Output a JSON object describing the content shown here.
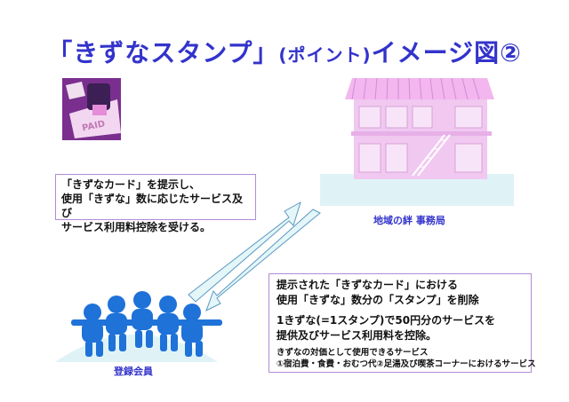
{
  "title": {
    "main_left": "「きずなスタンプ」",
    "main_paren": "(ポイント)",
    "main_right": "イメージ図②"
  },
  "stamp_illustration": {
    "text": "PAID"
  },
  "left_box": {
    "lines": [
      "「きずなカード」を提示し、",
      "使用「きずな」数に応じたサービス及び",
      "サービス利用料控除を受ける。"
    ]
  },
  "office": {
    "label": "地域の絆 事務局"
  },
  "members": {
    "label": "登録会員"
  },
  "right_box": {
    "line1": "提示された「きずなカード」における",
    "line2": "使用「きずな」数分の「スタンプ」を削除",
    "line3": "1きずな(=1スタンプ)で50円分のサービスを",
    "line4": "提供及びサービス利用料を控除。",
    "note1": "きずなの対価として使用できるサービス",
    "note2": "①宿泊費・食費・おむつ代②足湯及び喫茶コーナーにおけるサービス"
  },
  "colors": {
    "title": "#3333cc",
    "building": "#f0c8f0",
    "building_roof": "#f3b6ee",
    "ground": "#dff3f6",
    "people": "#1e72d8",
    "box_border": "#b28bd6",
    "arrow": "#e4f6f8"
  }
}
